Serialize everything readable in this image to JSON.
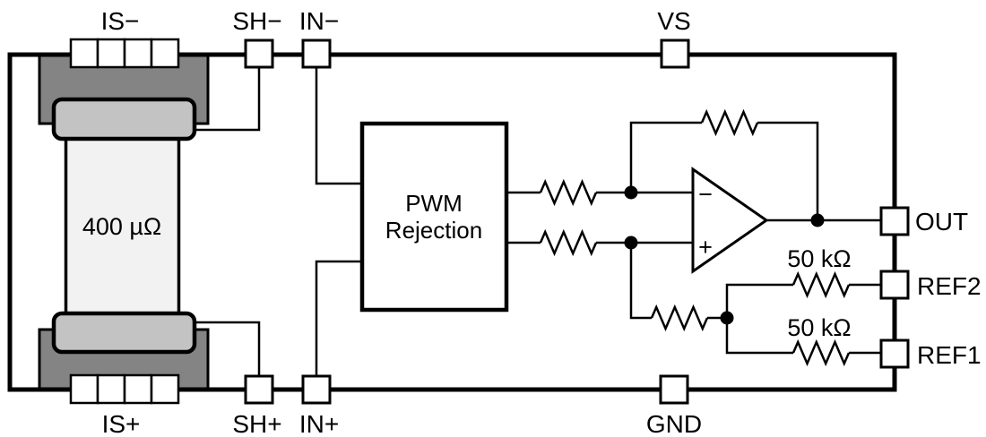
{
  "diagram": {
    "pins": {
      "is_minus": "IS−",
      "sh_minus": "SH−",
      "in_minus": "IN−",
      "vs": "VS",
      "is_plus": "IS+",
      "sh_plus": "SH+",
      "in_plus": "IN+",
      "gnd": "GND",
      "out": "OUT",
      "ref2": "REF2",
      "ref1": "REF1"
    },
    "components": {
      "shunt_value": "400 µΩ",
      "pwm_block_line1": "PWM",
      "pwm_block_line2": "Rejection",
      "ref2_resistor_value": "50 kΩ",
      "ref1_resistor_value": "50 kΩ",
      "opamp_inverting_symbol": "−",
      "opamp_noninverting_symbol": "+"
    },
    "colors": {
      "line": "#000000",
      "background": "#ffffff",
      "pin_fill": "#ffffff",
      "shunt_element": "#f2f2f2",
      "shunt_clamp": "#c3c3c3",
      "shunt_terminal": "#848484"
    }
  }
}
